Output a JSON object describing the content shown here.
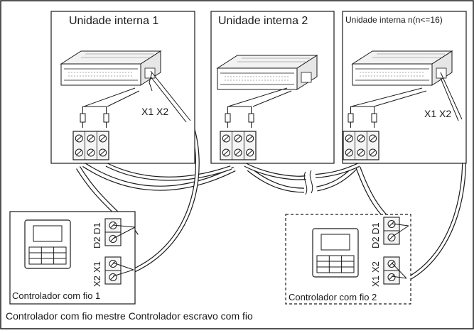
{
  "indoor_units": [
    {
      "title": "Unidade interna 1",
      "terminal_label": "X1 X2"
    },
    {
      "title": "Unidade interna 2"
    },
    {
      "title": "Unidade interna n(n<=16)",
      "terminal_label": "X1 X2"
    }
  ],
  "controllers": [
    {
      "caption": "Controlador com fio 1",
      "terminals": [
        "D1",
        "D2",
        "X1",
        "X2"
      ]
    },
    {
      "caption": "Controlador com fio 2",
      "terminals": [
        "D1",
        "D2",
        "X2",
        "X1"
      ]
    }
  ],
  "footer_caption": "Controlador com fio mestre Controlador escravo com fio",
  "colors": {
    "line": "#1a1a1a",
    "cable_fill": "#ffffff",
    "background": "#ffffff"
  }
}
